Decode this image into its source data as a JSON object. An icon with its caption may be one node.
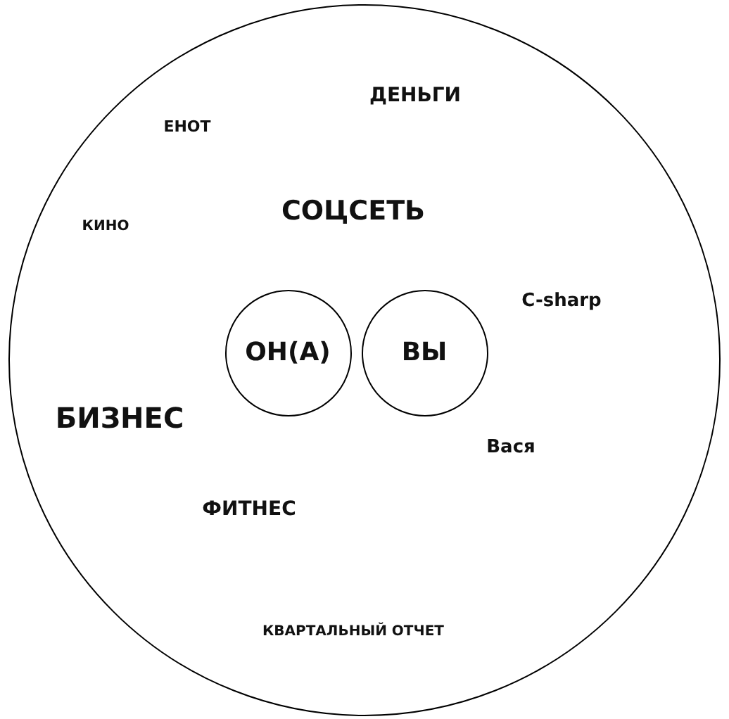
{
  "diagram": {
    "nodes": [
      {
        "text": [],
        "shape": "circle"
      },
      {
        "text": [
          "ОН(А)"
        ],
        "in": 0
      },
      {
        "text": [
          "ВЫ"
        ],
        "in": 0
      }
    ],
    "labels": [
      "ДЕНЬГИ",
      "ЕНОТ",
      "СОЦСЕТЬ",
      "КИНО",
      "C-sharp",
      "БИЗНЕС",
      "Вася",
      "ФИТНЕС",
      "КВАРТАЛЬНЫЙ ОТЧЕТ"
    ]
  }
}
